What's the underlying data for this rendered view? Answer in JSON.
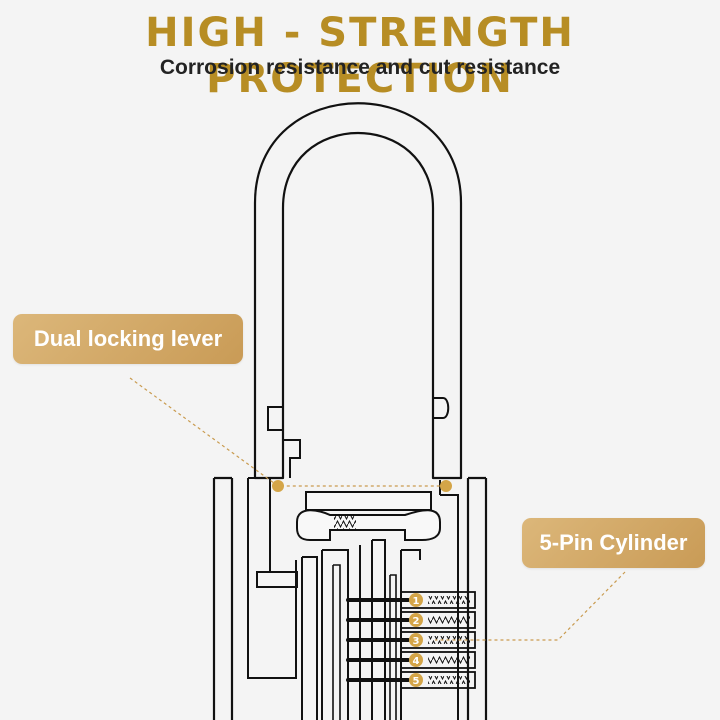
{
  "header": {
    "title": "HIGH - STRENGTH PROTECTION",
    "subtitle": "Corrosion resistance and cut resistance"
  },
  "callouts": {
    "dual_locking_lever": "Dual locking lever",
    "five_pin_cylinder": "5-Pin Cylinder"
  },
  "pins": [
    "1",
    "2",
    "3",
    "4",
    "5"
  ],
  "colors": {
    "title_gold": "#b78d24",
    "callout_gold": "#d0a560",
    "pin_badge_gold": "#d4a548",
    "outline": "#111111",
    "subtitle": "#232323",
    "background": "#f4f4f4"
  }
}
